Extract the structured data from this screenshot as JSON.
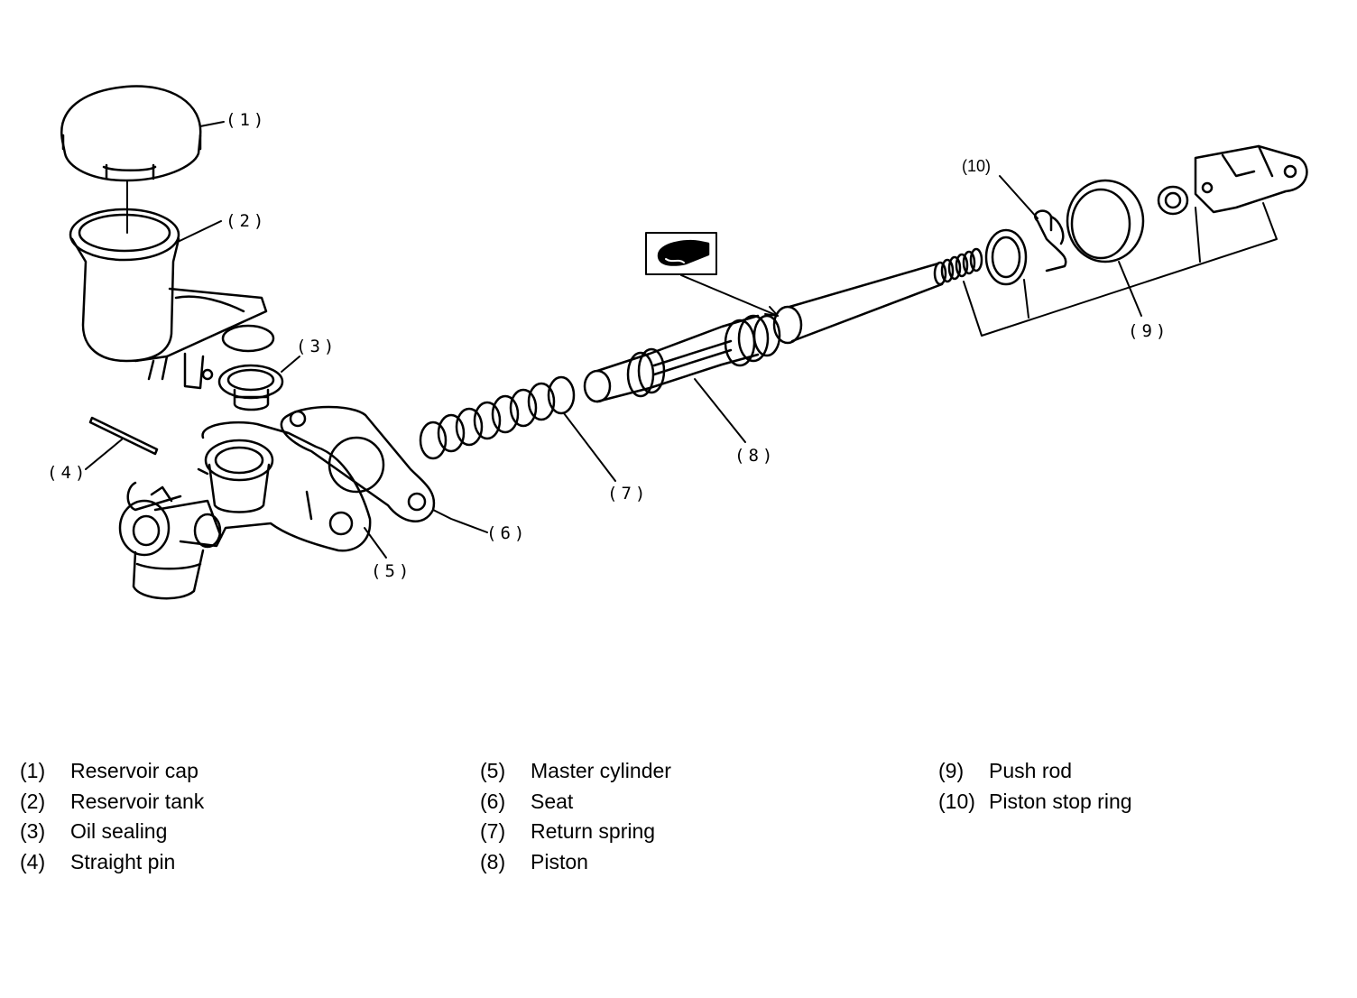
{
  "callouts": [
    "(1)",
    "(2)",
    "(3)",
    "(4)",
    "(5)",
    "(6)",
    "(7)",
    "(8)",
    "(9)",
    "(10)"
  ],
  "legend": [
    {
      "num": "(1)",
      "name": "Reservoir cap"
    },
    {
      "num": "(2)",
      "name": "Reservoir tank"
    },
    {
      "num": "(3)",
      "name": "Oil sealing"
    },
    {
      "num": "(4)",
      "name": "Straight pin"
    },
    {
      "num": "(5)",
      "name": "Master cylinder"
    },
    {
      "num": "(6)",
      "name": "Seat"
    },
    {
      "num": "(7)",
      "name": "Return spring"
    },
    {
      "num": "(8)",
      "name": "Piston"
    },
    {
      "num": "(9)",
      "name": "Push rod"
    },
    {
      "num": "(10)",
      "name": "Piston stop ring"
    }
  ],
  "icons": {
    "grease_symbol": "grease-application-icon"
  }
}
